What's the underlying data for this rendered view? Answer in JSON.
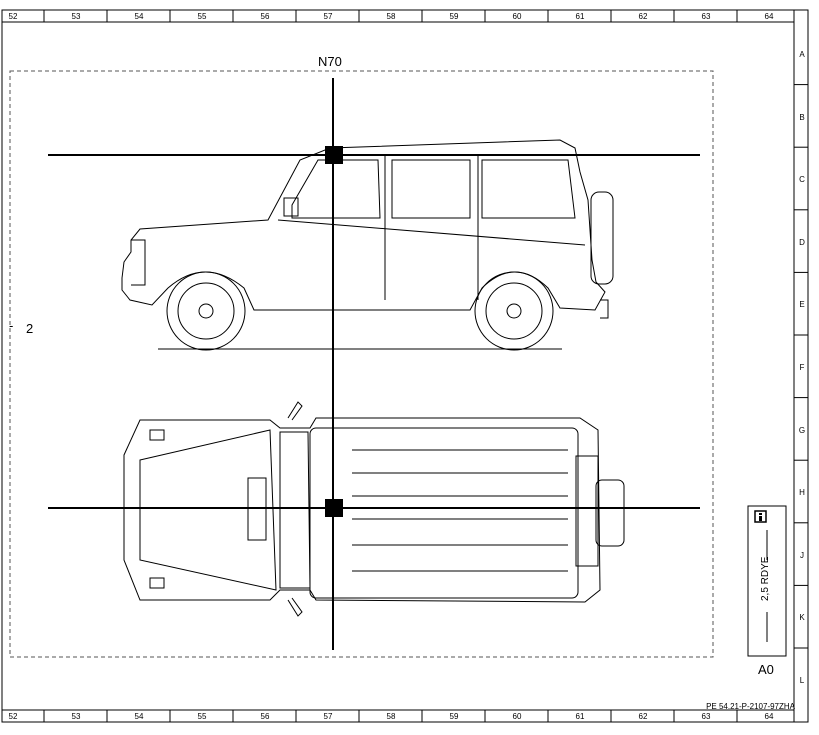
{
  "columns": [
    "52",
    "53",
    "54",
    "55",
    "56",
    "57",
    "58",
    "59",
    "60",
    "61",
    "62",
    "63",
    "64"
  ],
  "rows": [
    "A",
    "B",
    "C",
    "D",
    "E",
    "F",
    "G",
    "H",
    "J",
    "K",
    "L"
  ],
  "connector": {
    "label": "N70"
  },
  "pin": {
    "label": "2"
  },
  "wire": {
    "label": "2,5 RDYE",
    "info_icon": "info-icon"
  },
  "area": {
    "label": "A0"
  },
  "reference": "PE 54.21-P-2107-97ZHA"
}
